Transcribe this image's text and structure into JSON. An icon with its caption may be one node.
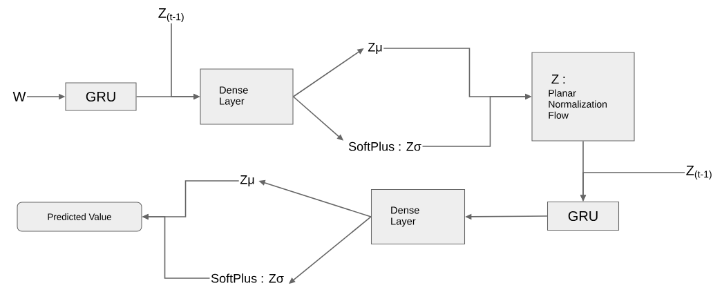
{
  "diagram": {
    "nodes": [
      {
        "text": [
          "W"
        ]
      },
      {
        "text": [
          "GRU"
        ]
      },
      {
        "text": [
          "Z$_{(t-1)}$"
        ]
      },
      {
        "text": [
          "Dense Layer"
        ]
      },
      {
        "text": [
          "Zμ"
        ]
      },
      {
        "text": [
          "SoftPlus : Zσ"
        ]
      },
      {
        "text": [
          "Z :",
          "Planar Normalization Flow"
        ]
      },
      {
        "text": [
          "Z$_{(t-1)}$"
        ]
      },
      {
        "text": [
          "GRU"
        ]
      },
      {
        "text": [
          "Dense Layer"
        ]
      },
      {
        "text": [
          "Zμ"
        ]
      },
      {
        "text": [
          "SoftPlus : Zσ"
        ]
      },
      {
        "text": [
          "Predicted Value"
        ]
      }
    ],
    "edges": [
      {
        "from": 0,
        "to": 1,
        "arrow": "to"
      },
      {
        "from": 1,
        "to": 3,
        "arrow": "to"
      },
      {
        "from": 2,
        "to": 3,
        "arrow": "to"
      },
      {
        "from": 3,
        "to": 4,
        "arrow": "to"
      },
      {
        "from": 3,
        "to": 5,
        "arrow": "to"
      },
      {
        "from": 4,
        "to": 6,
        "arrow": "to"
      },
      {
        "from": 5,
        "to": 6,
        "arrow": "to"
      },
      {
        "from": 6,
        "to": 8,
        "arrow": "to"
      },
      {
        "from": 7,
        "to": 8,
        "arrow": "to"
      },
      {
        "from": 8,
        "to": 9,
        "arrow": "to"
      },
      {
        "from": 9,
        "to": 10,
        "arrow": "to"
      },
      {
        "from": 9,
        "to": 11,
        "arrow": "to"
      },
      {
        "from": 10,
        "to": 12,
        "arrow": "to"
      },
      {
        "from": 11,
        "to": 12,
        "arrow": "to"
      }
    ]
  }
}
